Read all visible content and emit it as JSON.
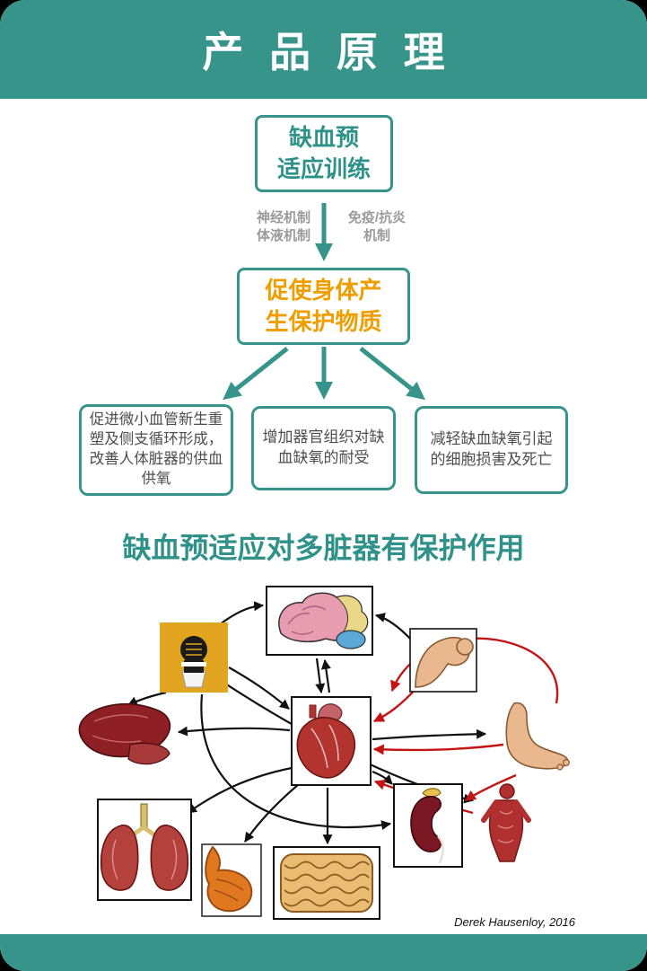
{
  "header": {
    "title": "产 品 原 理"
  },
  "flowchart": {
    "top_box": {
      "line1": "缺血预",
      "line2": "适应训练"
    },
    "arrow_labels": {
      "left_line1": "神经机制",
      "left_line2": "体液机制",
      "right_line1": "免疫/抗炎",
      "right_line2": "机制"
    },
    "mid_box": {
      "line1": "促使身体产",
      "line2": "生保护物质"
    },
    "bottom_boxes": [
      {
        "text": "促进微小血管新生重塑及侧支循环形成，改善人体脏器的供血供氧"
      },
      {
        "text": "增加器官组织对缺血缺氧的耐受"
      },
      {
        "text": "减轻缺血缺氧引起的细胞损害及死亡"
      }
    ]
  },
  "section": {
    "heading": "缺血预适应对多脏器有保护作用"
  },
  "figure": {
    "citation": "Derek Hausenloy, 2016",
    "organs": [
      "clenched-fist-with-cuff",
      "brain",
      "flexed-arm",
      "liver",
      "heart",
      "foot",
      "skeletal-muscle",
      "lungs",
      "stomach",
      "intestines",
      "kidney"
    ]
  },
  "colors": {
    "teal": "#37948b",
    "teal_text": "#2f9289",
    "orange": "#f09d00",
    "gray_label": "#9b9b9b",
    "red_arrow": "#c41414",
    "black_arrow": "#111111"
  }
}
